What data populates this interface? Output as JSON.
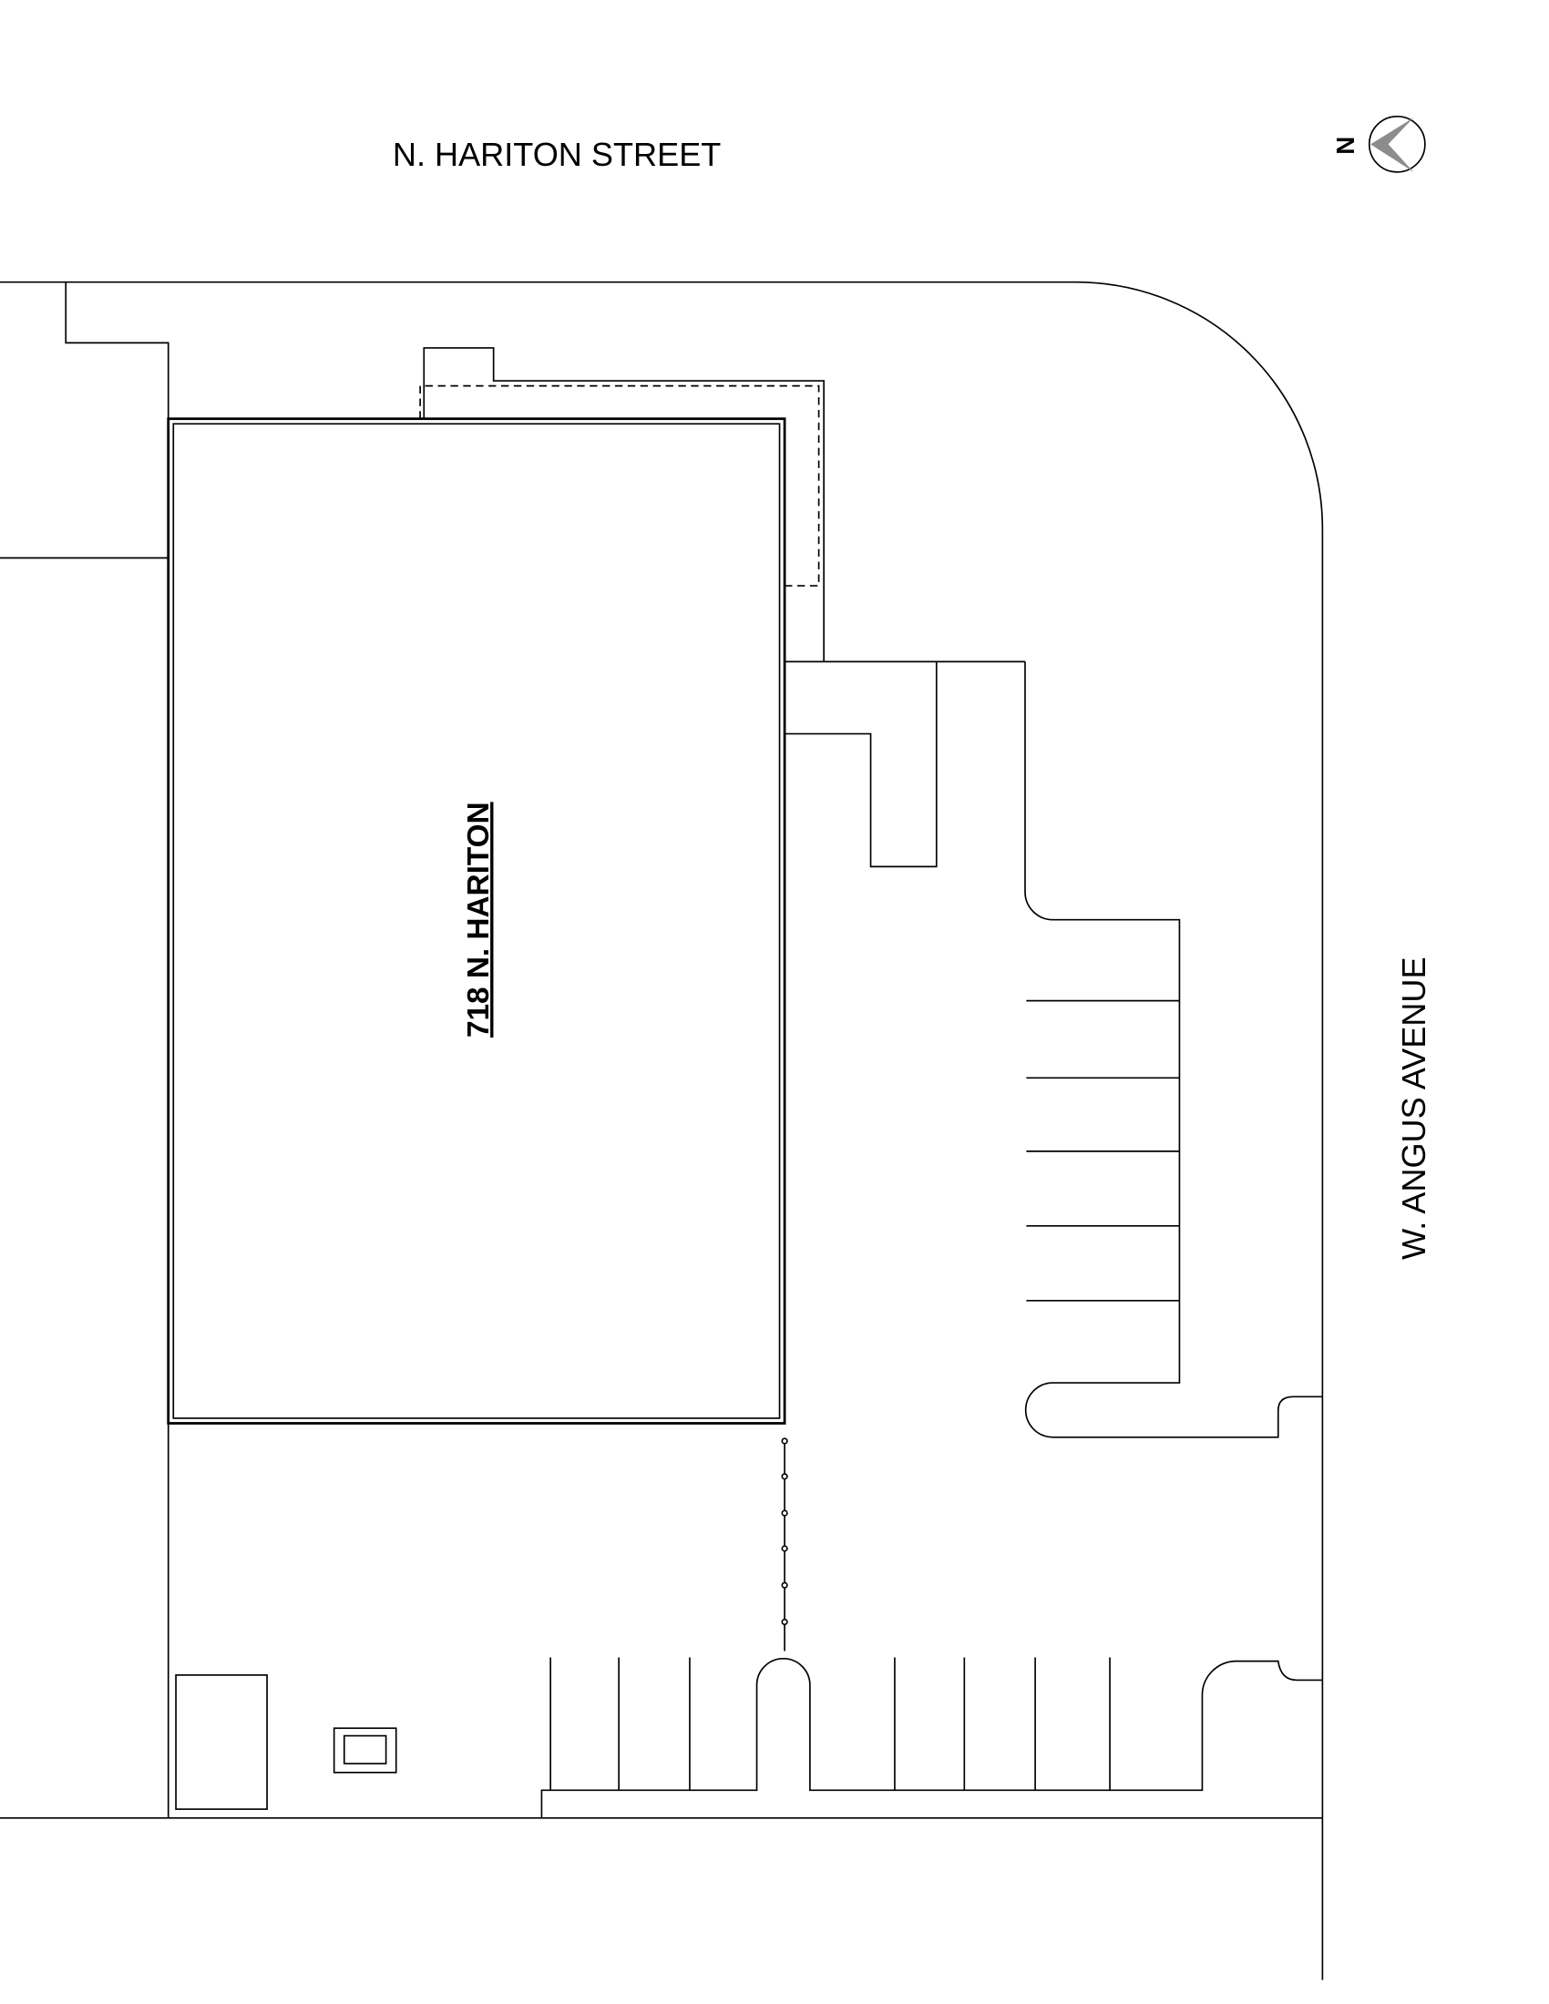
{
  "streets": {
    "north": "N. HARITON STREET",
    "east": "W. ANGUS AVENUE"
  },
  "building": {
    "label": "718 N. HARITON"
  },
  "north_arrow": {
    "letter": "N",
    "icon": "north-arrow-icon",
    "arrow_color": "#8c8c8c"
  }
}
